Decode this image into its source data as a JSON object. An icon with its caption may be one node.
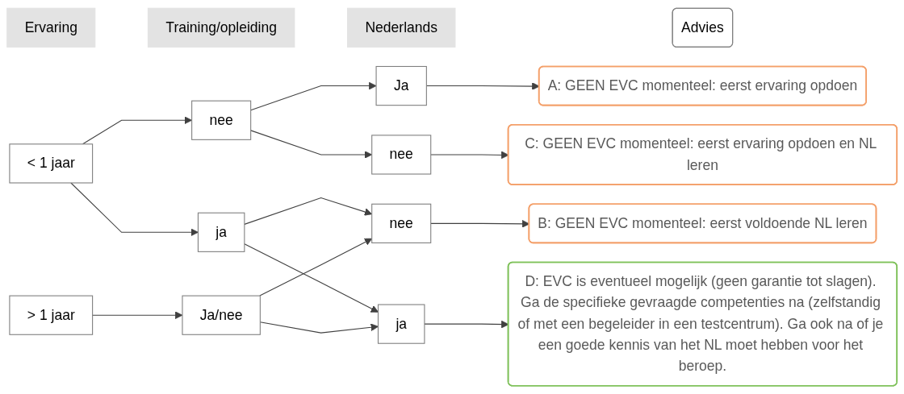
{
  "diagram": {
    "nodes": [
      {
        "text": [
          "Ervaring"
        ]
      },
      {
        "text": [
          "Training/opleiding"
        ]
      },
      {
        "text": [
          "Nederlands"
        ]
      },
      {
        "text": [
          "Advies"
        ]
      },
      {
        "text": [
          "< 1 jaar"
        ]
      },
      {
        "text": [
          "nee"
        ]
      },
      {
        "text": [
          "Ja"
        ]
      },
      {
        "text": [
          "A: GEEN EVC momenteel: eerst ervaring opdoen"
        ]
      },
      {
        "text": [
          "nee"
        ]
      },
      {
        "text": [
          "C: GEEN EVC momenteel: eerst ervaring opdoen en NL leren"
        ]
      },
      {
        "text": [
          "ja"
        ]
      },
      {
        "text": [
          "nee"
        ]
      },
      {
        "text": [
          "B: GEEN EVC momenteel: eerst voldoende NL leren"
        ]
      },
      {
        "text": [
          "> 1 jaar"
        ]
      },
      {
        "text": [
          "Ja/nee"
        ]
      },
      {
        "text": [
          "ja"
        ]
      },
      {
        "text": [
          "D: EVC is eventueel mogelijk (geen garantie tot slagen). Ga de specifieke gevraagde competenties na (zelfstandig of met een begeleider in een testcentrum). Ga ook na of je een goede kennis van het NL moet hebben voor het beroep."
        ]
      }
    ],
    "edges": [
      {
        "from": 4,
        "to": 5,
        "arrow": "to"
      },
      {
        "from": 4,
        "to": 10,
        "arrow": "to"
      },
      {
        "from": 5,
        "to": 6,
        "arrow": "to"
      },
      {
        "from": 5,
        "to": 8,
        "arrow": "to"
      },
      {
        "from": 6,
        "to": 7,
        "arrow": "to"
      },
      {
        "from": 8,
        "to": 9,
        "arrow": "to"
      },
      {
        "from": 10,
        "to": 11,
        "arrow": "to"
      },
      {
        "from": 10,
        "to": 15,
        "arrow": "to"
      },
      {
        "from": 11,
        "to": 12,
        "arrow": "to"
      },
      {
        "from": 13,
        "to": 14,
        "arrow": "to"
      },
      {
        "from": 14,
        "to": 11,
        "arrow": "to"
      },
      {
        "from": 14,
        "to": 15,
        "arrow": "to"
      },
      {
        "from": 15,
        "to": 16,
        "arrow": "to"
      }
    ]
  }
}
